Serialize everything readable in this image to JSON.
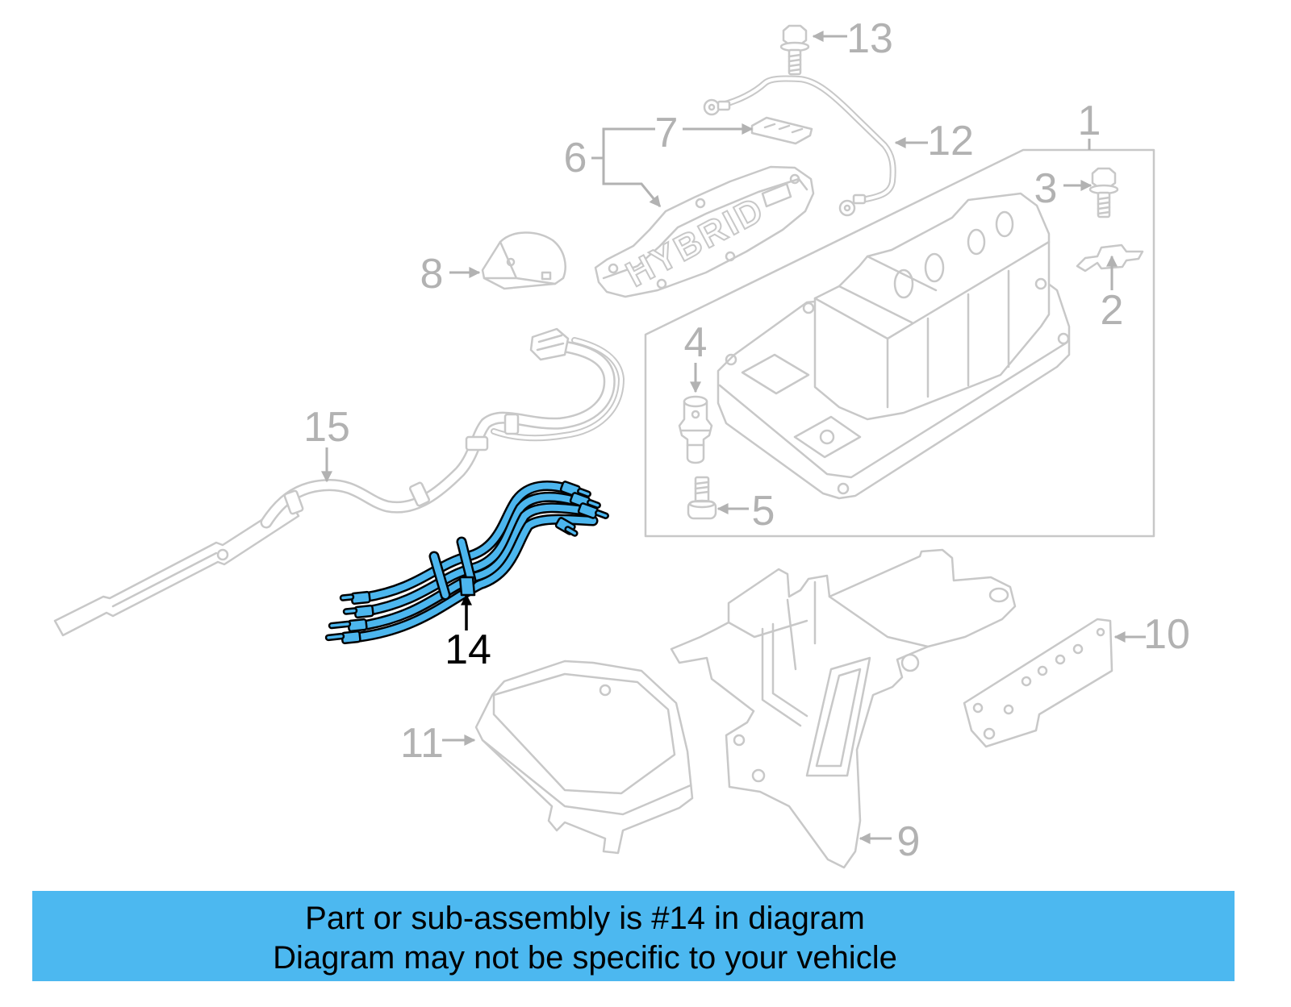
{
  "diagram": {
    "callouts": {
      "n1": "1",
      "n2": "2",
      "n3": "3",
      "n4": "4",
      "n5": "5",
      "n6": "6",
      "n7": "7",
      "n8": "8",
      "n9": "9",
      "n10": "10",
      "n11": "11",
      "n12": "12",
      "n13": "13",
      "n14": "14",
      "n15": "15"
    },
    "emboss_text": "HYBRID",
    "colors": {
      "line": "#c8c8c8",
      "label": "#b2b2b2",
      "highlight": "#4cb6ee",
      "highlight_outline": "#000000"
    }
  },
  "banner": {
    "line1": "Part or sub-assembly is #14 in diagram",
    "line2": "Diagram may not be specific to your vehicle",
    "color": "#4cb8f0"
  }
}
